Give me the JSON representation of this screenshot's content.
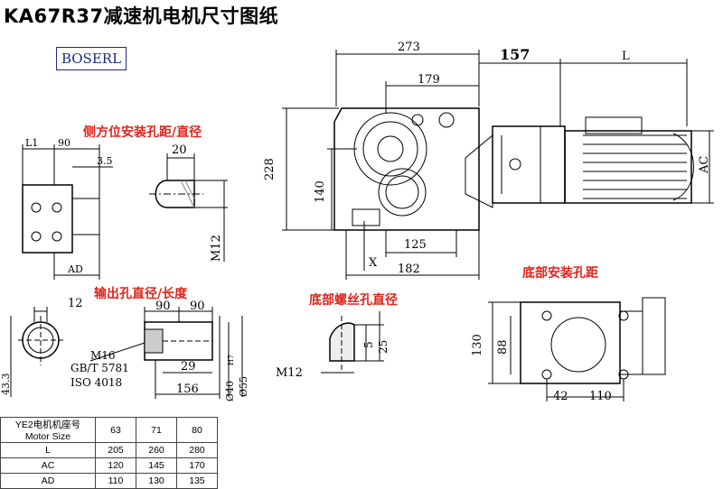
{
  "title": "KA67R37减速机电机尺寸图纸",
  "brand_logo": "BOSERL",
  "labels": {
    "side_mount": "侧方位安装孔距/直径",
    "output_hole": "输出孔直径/长度",
    "bottom_thread": "底部螺丝孔直径",
    "bottom_mount": "底部安装孔距"
  },
  "dims": {
    "d273": "273",
    "d157": "157",
    "dL": "L",
    "d179": "179",
    "d228": "228",
    "d140": "140",
    "d125": "125",
    "d182": "182",
    "dAC": "AC",
    "dX": "X",
    "dL1": "L1",
    "d90a": "90",
    "d35": "3.5",
    "dAD": "AD",
    "d20": "20",
    "dM12a": "M12",
    "d12": "12",
    "d433": "43.3",
    "d90b": "90",
    "d90c": "90",
    "dM16": "M16",
    "dGBT": "GB/T 5781",
    "dISO": "ISO 4018",
    "d29": "29",
    "d156": "156",
    "d40": "Ø40",
    "dH7": "H7",
    "d55": "Ø55",
    "d5": "5",
    "d25": "25",
    "dM12b": "M12",
    "d130": "130",
    "d88": "88",
    "d42": "42",
    "d110": "110"
  },
  "table": {
    "header_top": "YE2电机机座号",
    "header_bottom": "Motor Size",
    "sizes": [
      "63",
      "71",
      "80"
    ],
    "rows": [
      {
        "name": "L",
        "values": [
          "205",
          "260",
          "280"
        ]
      },
      {
        "name": "AC",
        "values": [
          "120",
          "145",
          "170"
        ]
      },
      {
        "name": "AD",
        "values": [
          "110",
          "130",
          "135"
        ]
      }
    ]
  }
}
